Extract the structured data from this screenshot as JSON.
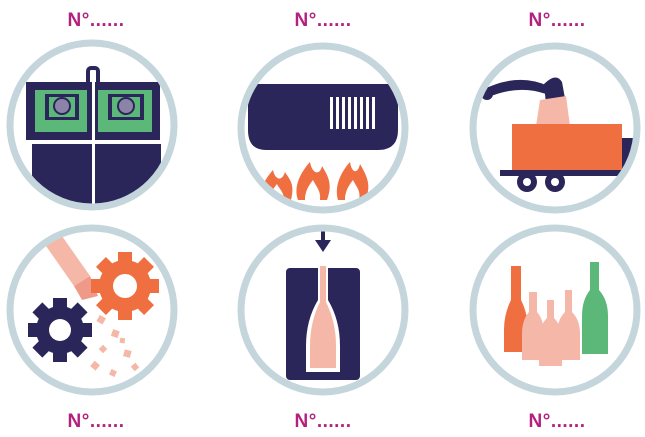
{
  "labels": {
    "top": [
      "N°......",
      "N°......",
      "N°......"
    ],
    "bottom": [
      "N°......",
      "N°......",
      "N°......"
    ]
  },
  "colors": {
    "label": "#b3207f",
    "ring": "#c4d6dc",
    "navy": "#2b2659",
    "green": "#5cb878",
    "orange": "#ef6f40",
    "pink": "#f5b7a8",
    "lavender": "#8c84a8"
  },
  "icons": [
    "sorting-bins-icon",
    "furnace-fire-icon",
    "crane-truck-icon",
    "crushing-gears-icon",
    "bottle-mold-icon",
    "new-bottles-icon"
  ]
}
